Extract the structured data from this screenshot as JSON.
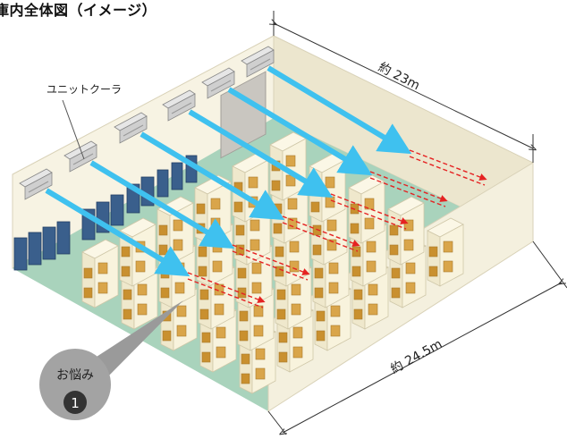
{
  "title": "庫内全体図（イメージ）",
  "unit_label": "ユニットクーラ",
  "dim_width": "約 23m",
  "dim_depth": "約 24.5m",
  "callout": {
    "text": "お悩み",
    "number": "1"
  },
  "colors": {
    "wall": "#f7f3e3",
    "floor": "#a9d3bc",
    "airflow": "#3fc1ef",
    "return_air": "#e52222",
    "cabinet": "#3a5f8c"
  },
  "icons": [
    "unit-cooler-icon",
    "storage-rack-icon",
    "server-rack-icon",
    "door-icon"
  ]
}
